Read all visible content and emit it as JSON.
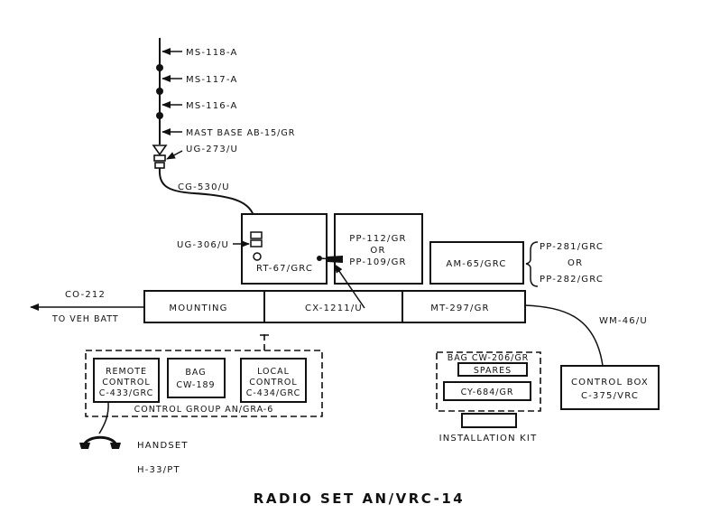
{
  "mast": {
    "ms118a": "MS-118-A",
    "ms117a": "MS-117-A",
    "ms116a": "MS-116-A",
    "mast_base": "MAST BASE AB-15/GR",
    "ug273u": "UG-273/U"
  },
  "cable_cg530": "CG-530/U",
  "connector_ug306": "UG-306/U",
  "units": {
    "rt67": "RT-67/GRC",
    "pp112_line1": "PP-112/GR",
    "pp112_or": "OR",
    "pp109": "PP-109/GR",
    "am65": "AM-65/GRC"
  },
  "power_options": {
    "pp281": "PP-281/GRC",
    "or": "OR",
    "pp282": "PP-282/GRC"
  },
  "mounting_bar": {
    "mounting": "MOUNTING",
    "cx1211": "CX-1211/U",
    "mt297": "MT-297/GR"
  },
  "battery": {
    "cable": "CO-212",
    "label": "TO VEH BATT"
  },
  "wm46": "WM-46/U",
  "control_group": {
    "remote_l1": "REMOTE",
    "remote_l2": "CONTROL",
    "remote_l3": "C-433/GRC",
    "bag_l1": "BAG",
    "bag_l2": "CW-189",
    "local_l1": "LOCAL",
    "local_l2": "CONTROL",
    "local_l3": "C-434/GRC",
    "group_label": "CONTROL GROUP AN/GRA-6"
  },
  "handset": {
    "label": "HANDSET",
    "model": "H-33/PT"
  },
  "installation_kit": {
    "bag": "BAG CW-206/GR",
    "spares": "SPARES",
    "cy684": "CY-684/GR",
    "label": "INSTALLATION KIT"
  },
  "control_box": {
    "line1": "CONTROL BOX",
    "line2": "C-375/VRC"
  },
  "title": "RADIO SET AN/VRC-14"
}
